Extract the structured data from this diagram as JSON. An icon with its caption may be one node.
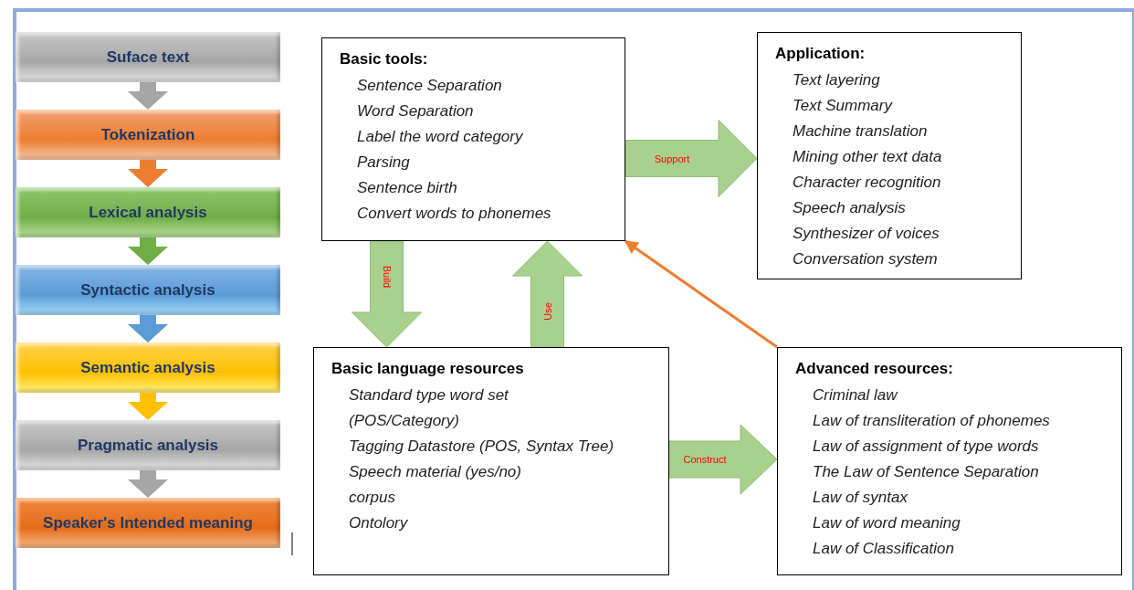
{
  "diagram": {
    "nodes": [
      {
        "text": [
          "Suface text"
        ]
      },
      {
        "text": [
          "Tokenization"
        ]
      },
      {
        "text": [
          "Lexical analysis"
        ]
      },
      {
        "text": [
          "Syntactic analysis"
        ]
      },
      {
        "text": [
          "Semantic analysis"
        ]
      },
      {
        "text": [
          "Pragmatic analysis"
        ]
      },
      {
        "text": [
          "Speaker's Intended meaning"
        ]
      },
      {
        "text": [
          "Basic tools:",
          "Sentence Separation",
          "Word Separation",
          "Label the word category",
          "Parsing",
          "Sentence birth",
          "Convert words to phonemes"
        ]
      },
      {
        "text": [
          "Application:",
          "Text layering",
          "Text Summary",
          "Machine translation",
          "Mining other text data",
          "Character recognition",
          "Speech analysis",
          "Synthesizer of voices",
          "Conversation system"
        ]
      },
      {
        "text": [
          "Basic language resources",
          "Standard type word set (POS/Category)",
          "Tagging Datastore (POS, Syntax Tree)",
          "Speech material (yes/no)",
          "corpus",
          "Ontolory"
        ]
      },
      {
        "text": [
          "Advanced resources:",
          "Criminal law",
          "Law of transliteration of phonemes",
          "Law of assignment of type words",
          "The Law of Sentence Separation",
          "Law of syntax",
          "Law of word meaning",
          "Law of Classification"
        ]
      }
    ],
    "edges": [
      {
        "from": 0,
        "to": 1,
        "arrow": "to",
        "style": "thick",
        "color": "#a6a6a6"
      },
      {
        "from": 1,
        "to": 2,
        "arrow": "to",
        "style": "thick",
        "color": "#ed7d31"
      },
      {
        "from": 2,
        "to": 3,
        "arrow": "to",
        "style": "thick",
        "color": "#70ad47"
      },
      {
        "from": 3,
        "to": 4,
        "arrow": "to",
        "style": "thick",
        "color": "#5b9bd5"
      },
      {
        "from": 4,
        "to": 5,
        "arrow": "to",
        "style": "thick",
        "color": "#ffc000"
      },
      {
        "from": 5,
        "to": 6,
        "arrow": "to",
        "style": "thick",
        "color": "#a6a6a6"
      },
      {
        "from": 7,
        "to": 8,
        "arrow": "to",
        "label": "Support",
        "style": "thick",
        "color": "#a9d18e"
      },
      {
        "from": 7,
        "to": 9,
        "arrow": "to",
        "label": "Build",
        "style": "thick",
        "color": "#a9d18e"
      },
      {
        "from": 9,
        "to": 7,
        "arrow": "to",
        "label": "Use",
        "style": "thick",
        "color": "#a9d18e"
      },
      {
        "from": 9,
        "to": 10,
        "arrow": "to",
        "label": "Construct",
        "style": "thick",
        "color": "#a9d18e"
      },
      {
        "from": 10,
        "to": 7,
        "arrow": "to",
        "color": "#ed7d31"
      }
    ]
  }
}
